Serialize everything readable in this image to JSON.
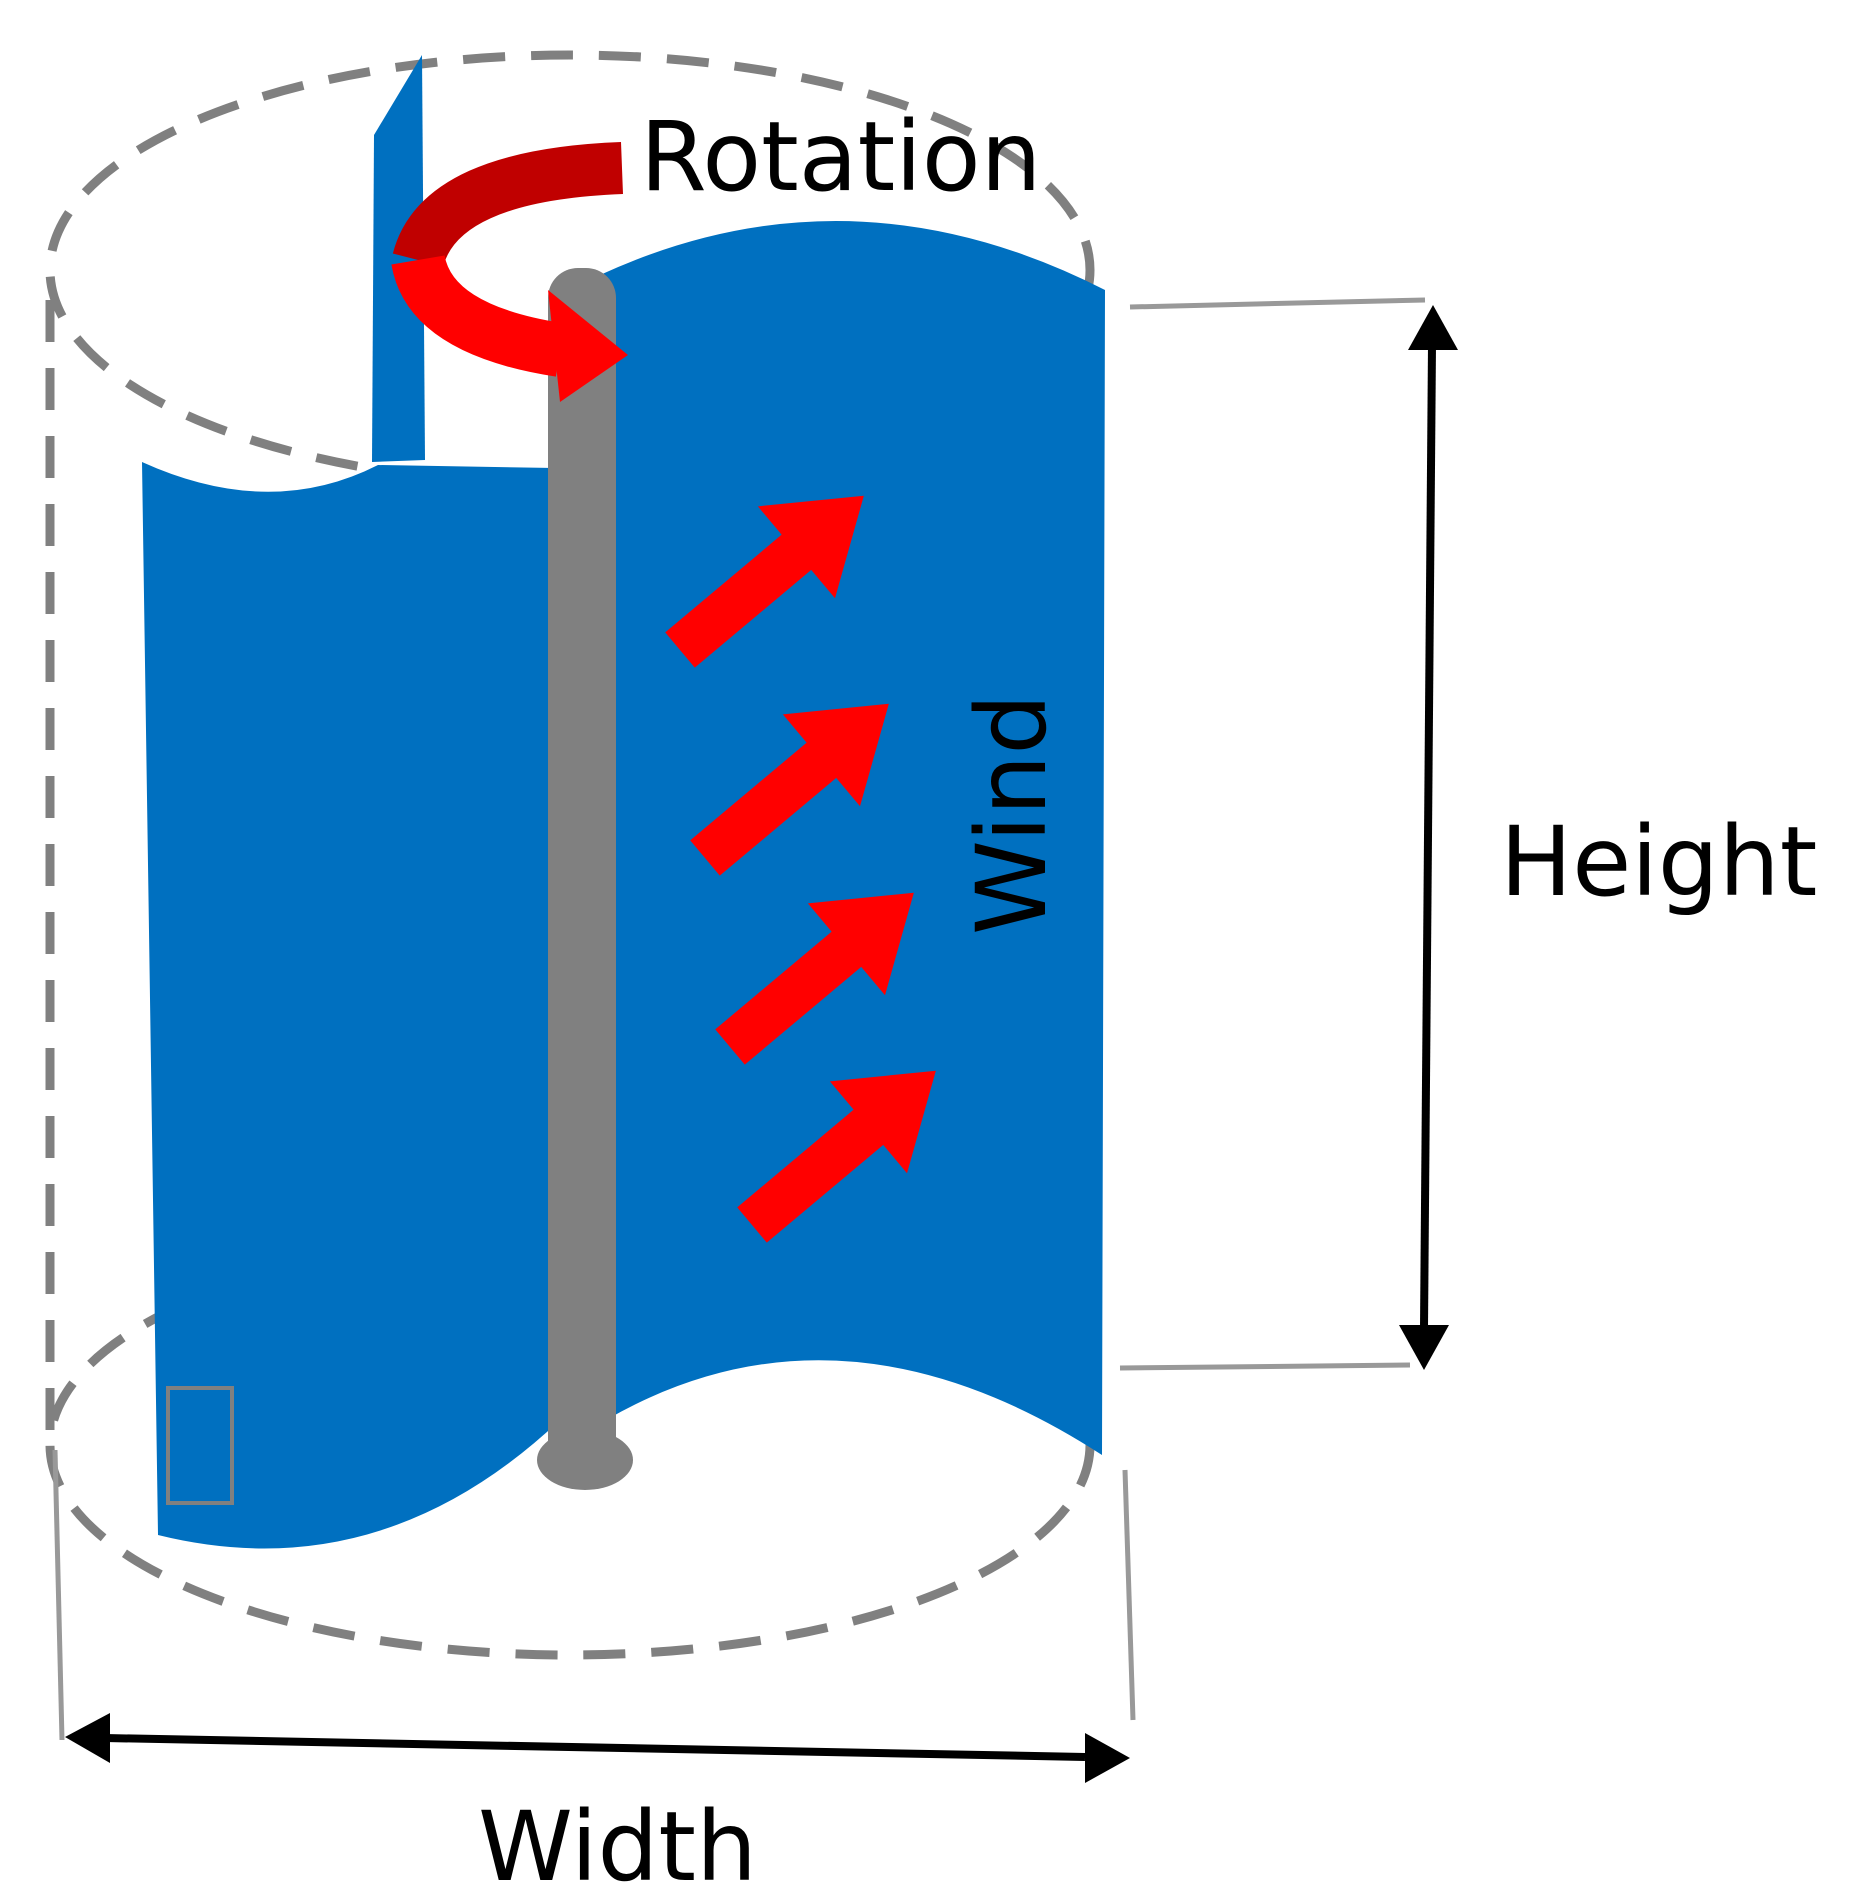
{
  "labels": {
    "rotation": "Rotation",
    "wind": "Wind",
    "height": "Height",
    "width": "Width"
  },
  "colors": {
    "blade": "#0070C0",
    "shaft": "#808080",
    "wind_arrow": "#FF0000",
    "rotation_arrow_light": "#FF0000",
    "rotation_arrow_dark": "#C00000",
    "dashed_outline": "#808080",
    "dimension_line": "#000000",
    "extension_line": "#999999",
    "text": "#000000"
  },
  "icons": {
    "wind_arrows": "arrow-up-right-icon",
    "rotation_arrow": "curved-arrow-icon"
  }
}
